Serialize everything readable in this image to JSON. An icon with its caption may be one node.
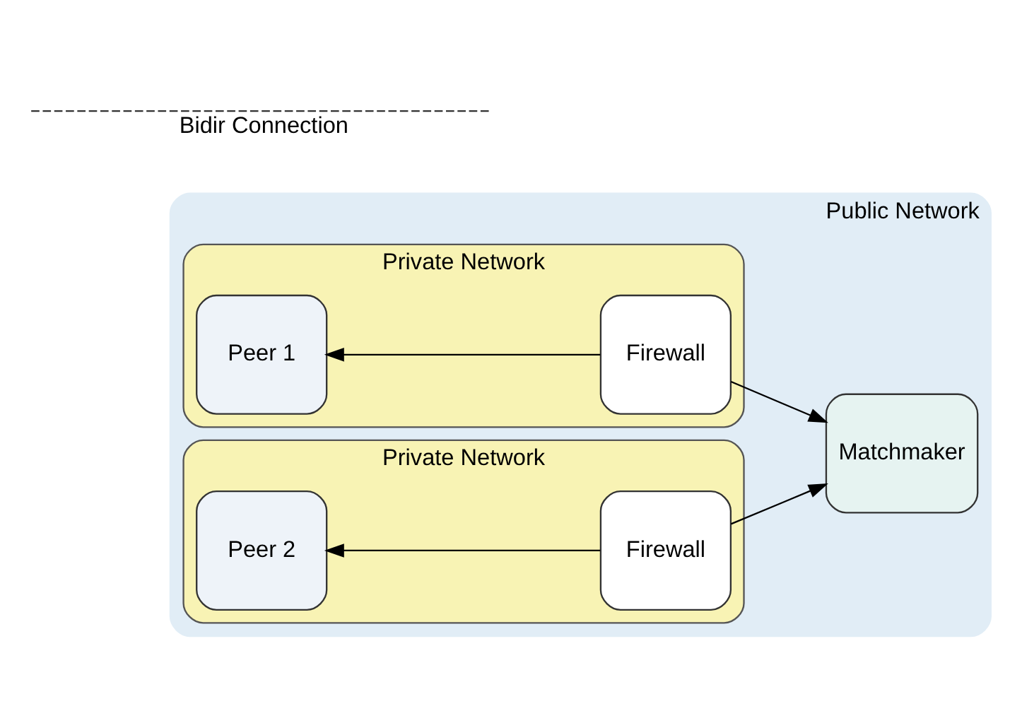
{
  "diagram": {
    "nodes": [
      {
        "text": [
          "Public Network"
        ]
      },
      {
        "text": [
          "Private Network"
        ],
        "in": 0
      },
      {
        "text": [
          "Peer 1"
        ],
        "in": 1
      },
      {
        "text": [
          "Firewall"
        ],
        "in": 1
      },
      {
        "text": [
          "Private Network"
        ],
        "in": 0
      },
      {
        "text": [
          "Peer 2"
        ],
        "in": 4
      },
      {
        "text": [
          "Firewall"
        ],
        "in": 4
      },
      {
        "text": [
          "Matchmaker"
        ],
        "in": 0
      }
    ],
    "edges": [
      {
        "from": 3,
        "to": 2,
        "arrow": "to"
      },
      {
        "from": 3,
        "to": 7,
        "arrow": "to"
      },
      {
        "from": 6,
        "to": 5,
        "arrow": "to"
      },
      {
        "from": 6,
        "to": 7,
        "arrow": "to"
      }
    ],
    "labels": [
      "Bidir Connection"
    ]
  }
}
